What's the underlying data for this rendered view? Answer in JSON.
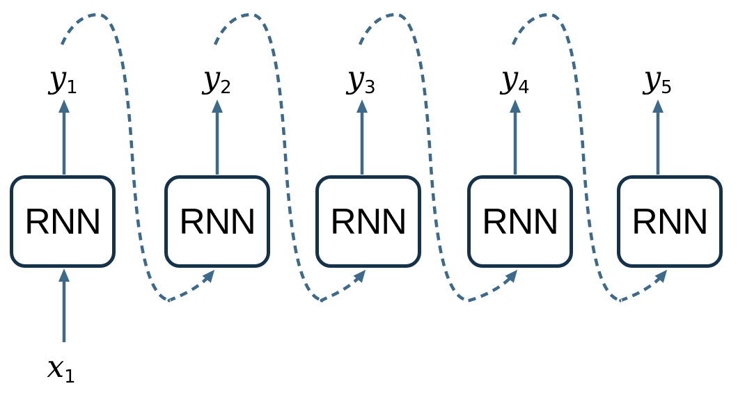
{
  "diagram": {
    "type": "rnn-unrolled-sequence",
    "box_count": 5,
    "units": [
      {
        "label": "RNN",
        "output": {
          "base": "y",
          "sub": "1"
        },
        "input": {
          "base": "x",
          "sub": "1"
        }
      },
      {
        "label": "RNN",
        "output": {
          "base": "y",
          "sub": "2"
        }
      },
      {
        "label": "RNN",
        "output": {
          "base": "y",
          "sub": "3"
        }
      },
      {
        "label": "RNN",
        "output": {
          "base": "y",
          "sub": "4"
        }
      },
      {
        "label": "RNN",
        "output": {
          "base": "y",
          "sub": "5"
        }
      }
    ],
    "recurrent_connections": [
      {
        "from": 1,
        "to": 2
      },
      {
        "from": 2,
        "to": 3
      },
      {
        "from": 3,
        "to": 4
      },
      {
        "from": 4,
        "to": 5
      }
    ],
    "colors": {
      "arrow": "#3d698b",
      "box_border": "#14324a",
      "label_text": "#000000",
      "background": "#ffffff"
    }
  }
}
